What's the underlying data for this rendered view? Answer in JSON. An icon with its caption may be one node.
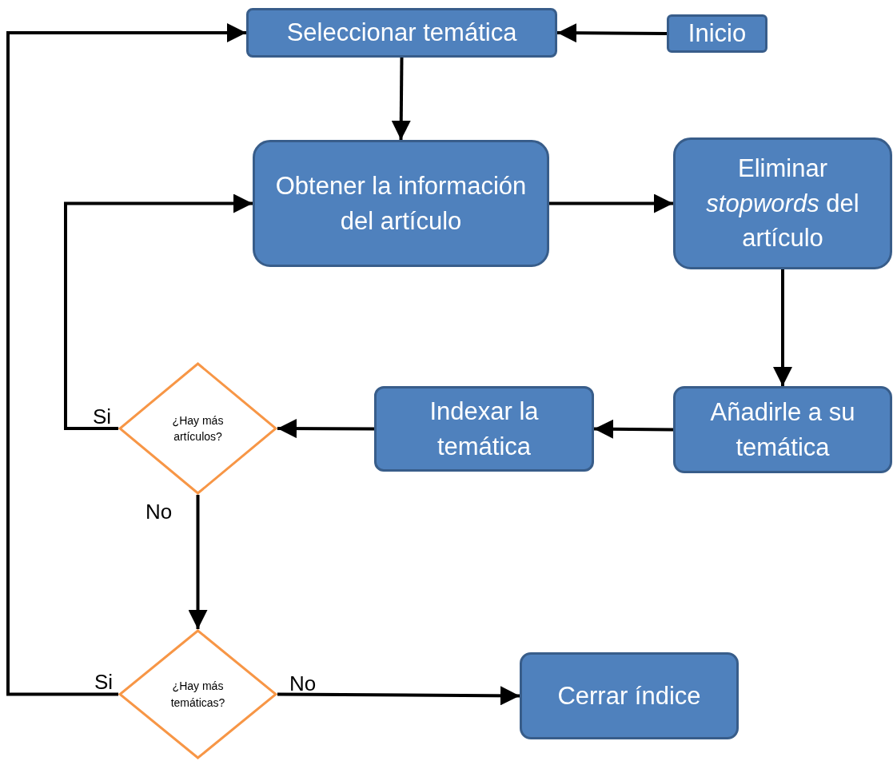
{
  "diagram": {
    "nodes": [
      {
        "text": [
          "Seleccionar temática"
        ]
      },
      {
        "text": [
          "Inicio"
        ]
      },
      {
        "text": [
          "Obtener la información del artículo"
        ]
      },
      {
        "text": [
          "Eliminar *stopwords* del artículo"
        ]
      },
      {
        "text": [
          "Añadirle a su temática"
        ]
      },
      {
        "text": [
          "Indexar la temática"
        ]
      },
      {
        "text": [
          "¿Hay más artículos?"
        ]
      },
      {
        "text": [
          "¿Hay más temáticas?"
        ]
      },
      {
        "text": [
          "Cerrar índice"
        ]
      }
    ],
    "edges": [
      {
        "from": 1,
        "to": 0,
        "arrow": "to"
      },
      {
        "from": 0,
        "to": 2,
        "arrow": "to"
      },
      {
        "from": 2,
        "to": 3,
        "arrow": "to"
      },
      {
        "from": 3,
        "to": 4,
        "arrow": "to"
      },
      {
        "from": 4,
        "to": 5,
        "arrow": "to"
      },
      {
        "from": 5,
        "to": 6,
        "arrow": "to"
      },
      {
        "from": 6,
        "to": 2,
        "arrow": "to",
        "label": "Si"
      },
      {
        "from": 6,
        "to": 7,
        "arrow": "to",
        "label": "No"
      },
      {
        "from": 7,
        "to": 0,
        "arrow": "to",
        "label": "Si"
      },
      {
        "from": 7,
        "to": 8,
        "arrow": "to",
        "label": "No"
      }
    ]
  }
}
